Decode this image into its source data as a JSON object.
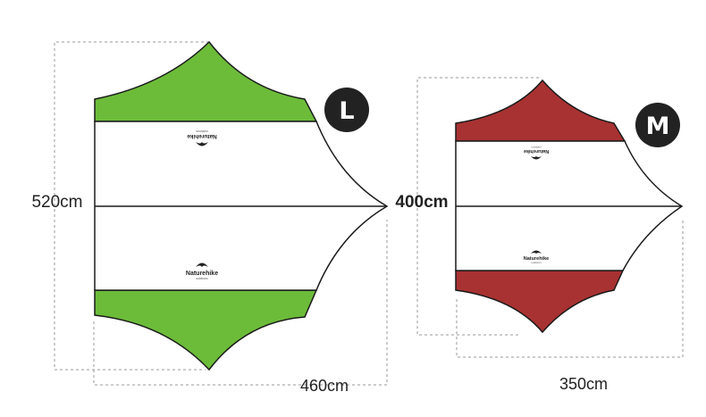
{
  "sizes": [
    {
      "id": "large",
      "badge": "L",
      "width_label": "460cm",
      "height_label": "520cm",
      "color": "#6cbc3a",
      "brand": "Naturehike",
      "brand_sub": "outdoors"
    },
    {
      "id": "medium",
      "badge": "M",
      "width_label": "350cm",
      "height_label": "400cm",
      "color": "#a83232",
      "brand": "Naturehike",
      "brand_sub": "outdoors"
    }
  ],
  "colors": {
    "outline": "#1a1a1a",
    "dash": "#9a9a9a",
    "badge_bg": "#222222",
    "panel_white": "#ffffff"
  }
}
